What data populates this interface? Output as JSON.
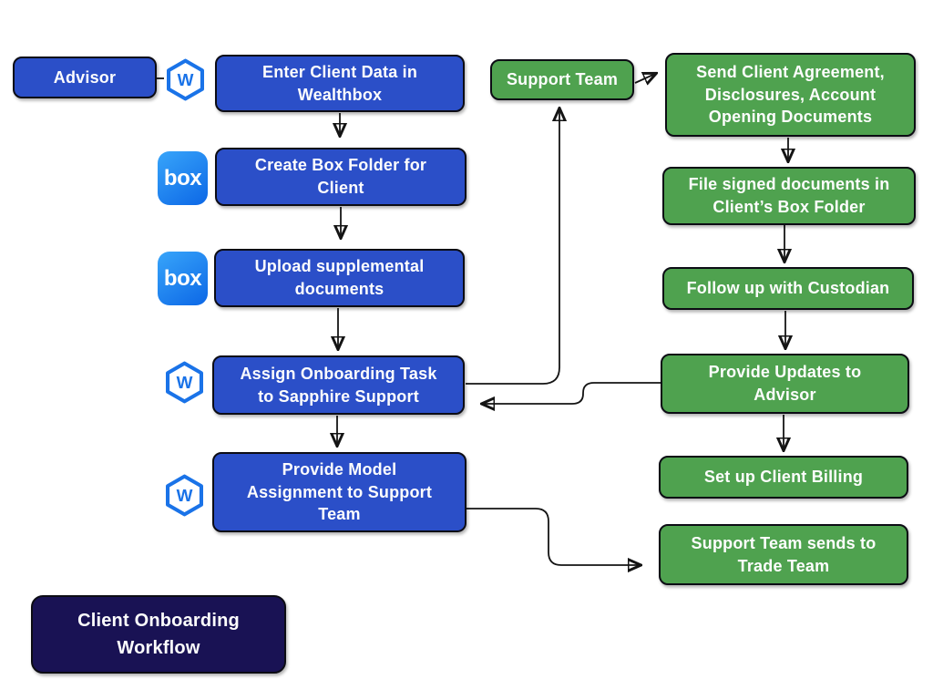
{
  "nodes": {
    "advisor": {
      "label": "Advisor"
    },
    "enter_client": {
      "label": "Enter Client Data in\nWealthbox"
    },
    "create_folder": {
      "label": "Create Box Folder for\nClient"
    },
    "upload_docs": {
      "label": "Upload supplemental\ndocuments"
    },
    "assign_task": {
      "label": "Assign Onboarding Task\nto Sapphire Support"
    },
    "provide_model": {
      "label": "Provide Model\nAssignment to Support\nTeam"
    },
    "support_team": {
      "label": "Support Team"
    },
    "send_agreement": {
      "label": "Send Client Agreement,\nDisclosures, Account\nOpening Documents"
    },
    "file_signed": {
      "label": "File signed documents in\nClient’s Box Folder"
    },
    "follow_up": {
      "label": "Follow up with Custodian"
    },
    "provide_updates": {
      "label": "Provide Updates to\nAdvisor"
    },
    "client_billing": {
      "label": "Set up Client Billing"
    },
    "trade_team": {
      "label": "Support Team sends to\nTrade Team"
    },
    "title": {
      "label": "Client Onboarding\nWorkflow"
    }
  },
  "icons": {
    "wealthbox": {
      "letter": "W"
    },
    "box": {
      "label": "box"
    }
  },
  "colors": {
    "blue_node": "#2b4fc8",
    "green_node": "#4fa24f",
    "navy_node": "#191254",
    "node_border": "#0c0c14",
    "node_text": "#fdfdfd",
    "wealthbox_blue": "#1a73e8",
    "box_blue_top": "#38a5fa",
    "box_blue_bottom": "#0c67e6",
    "line": "#141414"
  }
}
